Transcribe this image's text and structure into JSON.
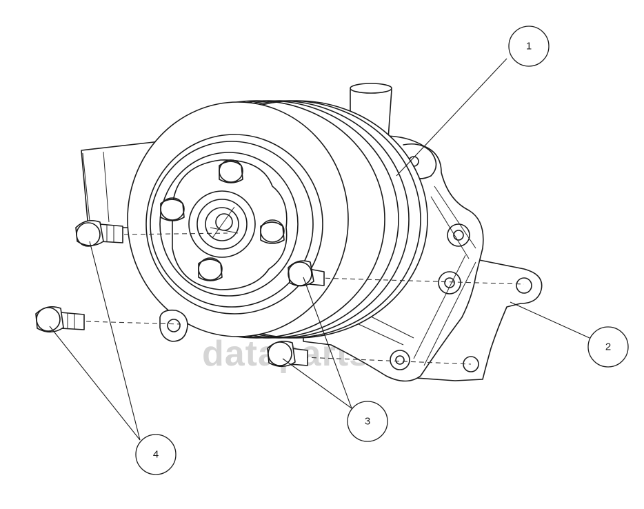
{
  "callouts": [
    {
      "id": "1",
      "label": "1",
      "part": "pump-body"
    },
    {
      "id": "2",
      "label": "2",
      "part": "gasket"
    },
    {
      "id": "3",
      "label": "3",
      "part": "bolt"
    },
    {
      "id": "4",
      "label": "4",
      "part": "bolt"
    }
  ],
  "watermark": {
    "text": "dataparts"
  }
}
